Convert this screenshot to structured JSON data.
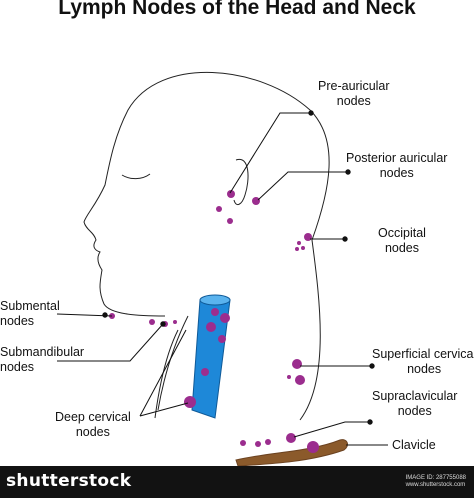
{
  "title": "Lymph Nodes of the Head and Neck",
  "labels": {
    "preauricular": [
      "Pre-auricular",
      "nodes"
    ],
    "posterior_auricular": [
      "Posterior auricular",
      "nodes"
    ],
    "occipital": [
      "Occipital",
      "nodes"
    ],
    "submental": [
      "Submental",
      "nodes"
    ],
    "submandibular": [
      "Submandibular",
      "nodes"
    ],
    "deep_cervical": [
      "Deep cervical",
      "nodes"
    ],
    "superficial_cervical": [
      "Superficial cervical",
      "nodes"
    ],
    "supraclavicular": [
      "Supraclavicular",
      "nodes"
    ],
    "clavicle": "Clavicle"
  },
  "footer": {
    "brand": "shutterstock",
    "image_id": "IMAGE ID: 287755088",
    "site": "www.shutterstock.com"
  },
  "colors": {
    "node": "#9b2d8e",
    "vein": "#1e88d8",
    "clavicle": "#8b5a2b",
    "outline": "#222222",
    "footer_bg": "#121212"
  }
}
